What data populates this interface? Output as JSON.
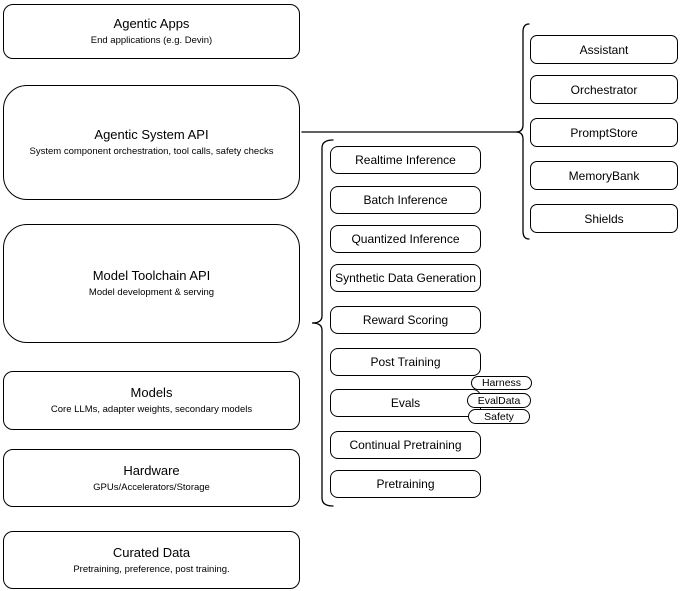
{
  "diagram": {
    "colors": {
      "stroke": "#000000",
      "fill": "#ffffff",
      "background": "#ffffff",
      "text": "#000000"
    },
    "left_stack": [
      {
        "title": "Agentic Apps",
        "subtitle": "End applications (e.g. Devin)"
      },
      {
        "title": "Agentic System API",
        "subtitle": "System component orchestration, tool calls, safety checks"
      },
      {
        "title": "Model Toolchain API",
        "subtitle": "Model development & serving"
      },
      {
        "title": "Models",
        "subtitle": "Core LLMs, adapter weights, secondary models"
      },
      {
        "title": "Hardware",
        "subtitle": "GPUs/Accelerators/Storage"
      },
      {
        "title": "Curated Data",
        "subtitle": "Pretraining, preference, post training."
      }
    ],
    "toolchain_components": [
      "Realtime Inference",
      "Batch Inference",
      "Quantized Inference",
      "Synthetic Data Generation",
      "Reward Scoring",
      "Post Training",
      "Evals",
      "Continual Pretraining",
      "Pretraining"
    ],
    "evals_children": [
      "Harness",
      "EvalData",
      "Safety"
    ],
    "system_components": [
      "Assistant",
      "Orchestrator",
      "PromptStore",
      "MemoryBank",
      "Shields"
    ]
  }
}
